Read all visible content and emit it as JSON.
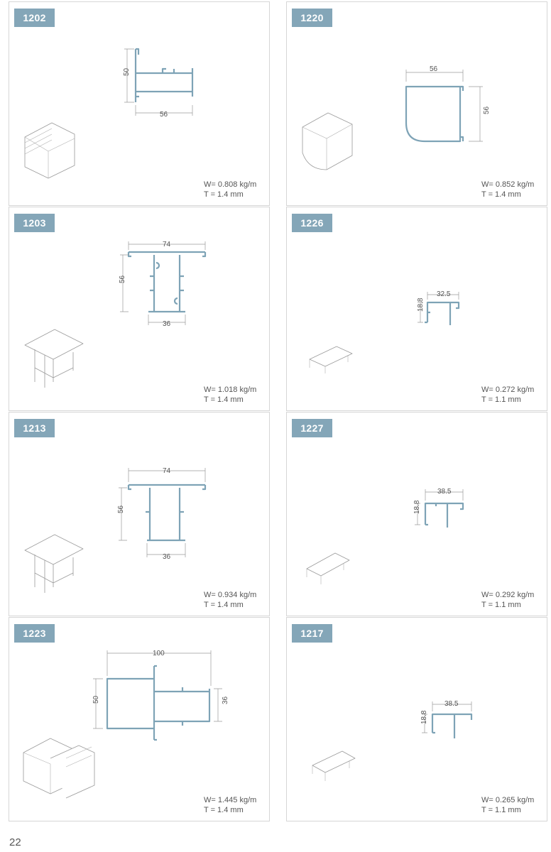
{
  "page_number": "22",
  "profiles": [
    {
      "code": "1202",
      "weight": "W= 0.808 kg/m",
      "thickness": "T = 1.4 mm",
      "dims": {
        "width": "56",
        "height": "50"
      }
    },
    {
      "code": "1220",
      "weight": "W= 0.852 kg/m",
      "thickness": "T = 1.4 mm",
      "dims": {
        "width": "56",
        "height": "56"
      }
    },
    {
      "code": "1203",
      "weight": "W= 1.018 kg/m",
      "thickness": "T = 1.4 mm",
      "dims": {
        "top": "74",
        "height": "56",
        "bottom": "36"
      }
    },
    {
      "code": "1226",
      "weight": "W= 0.272 kg/m",
      "thickness": "T = 1.1 mm",
      "dims": {
        "width": "32.5",
        "height": "18.8"
      }
    },
    {
      "code": "1213",
      "weight": "W= 0.934 kg/m",
      "thickness": "T = 1.4 mm",
      "dims": {
        "top": "74",
        "height": "56",
        "bottom": "36"
      }
    },
    {
      "code": "1227",
      "weight": "W= 0.292 kg/m",
      "thickness": "T = 1.1 mm",
      "dims": {
        "width": "38.5",
        "height": "18.8"
      }
    },
    {
      "code": "1223",
      "weight": "W= 1.445 kg/m",
      "thickness": "T = 1.4 mm",
      "dims": {
        "width": "100",
        "left_height": "50",
        "right_height": "36"
      }
    },
    {
      "code": "1217",
      "weight": "W= 0.265 kg/m",
      "thickness": "T = 1.1 mm",
      "dims": {
        "width": "38.5",
        "height": "18.8"
      }
    }
  ],
  "colors": {
    "accent": "#84a6b8",
    "profile_stroke": "#7ea3b6",
    "border": "#d6d6d6"
  }
}
